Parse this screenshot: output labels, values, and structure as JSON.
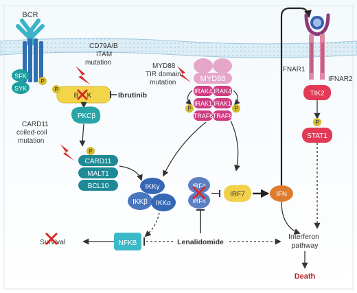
{
  "colors": {
    "membrane": "#c7e2f1",
    "membrane_edge": "#8fbcd8",
    "bcr": "#3ab3c9",
    "bcr_tm": "#2f6fb3",
    "sfk": "#1e9e9e",
    "btk": "#f3d54a",
    "pkcb": "#28a5a7",
    "card": "#1f8a96",
    "myd88": "#e6a6c9",
    "irak": "#d13b83",
    "ikk": "#3567b5",
    "irf4": "#5b7fc2",
    "irf7": "#f1d04a",
    "ifn": "#e07b2e",
    "ifnar": "#e089a6",
    "tik2": "#e23a55",
    "nfkb": "#3bb9c9",
    "p_dot": "#d4bb2e",
    "lightning": "#d52b2b",
    "red_x": "#d52b2b",
    "arrow": "#333333",
    "death": "#b52020"
  },
  "labels": {
    "bcr": "BCR",
    "sfk": "SFK",
    "syk": "SYK",
    "phospho": "P",
    "btk_partial": "B",
    "btk_end": "K",
    "cd79_mutation": "CD79A/B\nITAM\nmutation",
    "ibrutinib": "Ibrutinib",
    "pkcb": "PKCβ",
    "card11_mutation": "CARD11\ncoiled-coil\nmutation",
    "card11": "CARD11",
    "malt1": "MALT1",
    "bcl10": "BCL10",
    "myd88_mutation": "MYD88\nTIR domain\nmutation",
    "myd88": "MYD88",
    "irak4": "IRAK4",
    "irak1": "IRAK1",
    "traf6": "TRAF6",
    "ikkg": "IKKγ",
    "ikkb": "IKKβ",
    "ikka": "IKKα",
    "irf4": "IRF4",
    "irf7": "IRF7",
    "ifn": "IFN",
    "ifnar1": "IFNAR1",
    "ifnar2": "IFNAR2",
    "tik2": "TIK2",
    "stat1": "STAT1",
    "nfkb": "NFKB",
    "survival": "Survival",
    "lenalidomide": "Lenalidomide",
    "interferon_pathway": "Interferon\npathway",
    "death": "Death"
  }
}
